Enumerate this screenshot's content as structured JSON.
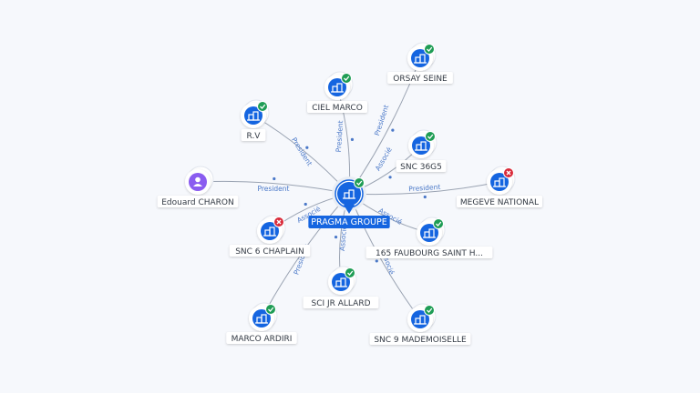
{
  "center": {
    "label": "PRAGMA GROUPE",
    "icon": "company-icon",
    "status": "active"
  },
  "nodes": [
    {
      "id": "orsay",
      "label": "ORSAY SEINE",
      "icon": "company-icon",
      "status": "active"
    },
    {
      "id": "ciel",
      "label": "CIEL MARCO",
      "icon": "company-icon",
      "status": "active"
    },
    {
      "id": "rv",
      "label": "R.V",
      "icon": "company-icon",
      "status": "active"
    },
    {
      "id": "snc36",
      "label": "SNC 36G5",
      "icon": "company-icon",
      "status": "active"
    },
    {
      "id": "edouard",
      "label": "Edouard CHARON",
      "icon": "person-icon",
      "status": ""
    },
    {
      "id": "megeve",
      "label": "MEGEVE NATIONAL",
      "icon": "company-icon",
      "status": "closed"
    },
    {
      "id": "chaplain",
      "label": "SNC 6 CHAPLAIN",
      "icon": "company-icon",
      "status": "closed"
    },
    {
      "id": "faubourg",
      "label": "165 FAUBOURG SAINT H...",
      "icon": "company-icon",
      "status": "active"
    },
    {
      "id": "sci",
      "label": "SCI JR ALLARD",
      "icon": "company-icon",
      "status": "active"
    },
    {
      "id": "ardiri",
      "label": "MARCO ARDIRI",
      "icon": "company-icon",
      "status": "active"
    },
    {
      "id": "mademoiselle",
      "label": "SNC 9 MADEMOISELLE",
      "icon": "company-icon",
      "status": "active"
    }
  ],
  "edges": [
    {
      "to": "orsay",
      "label": "President"
    },
    {
      "to": "ciel",
      "label": "President"
    },
    {
      "to": "rv",
      "label": "President"
    },
    {
      "to": "snc36",
      "label": "Associé"
    },
    {
      "to": "edouard",
      "label": "President"
    },
    {
      "to": "megeve",
      "label": "President"
    },
    {
      "to": "chaplain",
      "label": "Associé"
    },
    {
      "to": "faubourg",
      "label": "Associé"
    },
    {
      "to": "sci",
      "label": "Associé"
    },
    {
      "to": "ardiri",
      "label": "President"
    },
    {
      "to": "mademoiselle",
      "label": "Associé"
    }
  ],
  "colors": {
    "accent": "#1565e0",
    "active": "#1f9d55",
    "closed": "#d92b3a",
    "person": "#8a5cf0",
    "edge": "#9aa3b2",
    "edge_label": "#4a78c8"
  }
}
